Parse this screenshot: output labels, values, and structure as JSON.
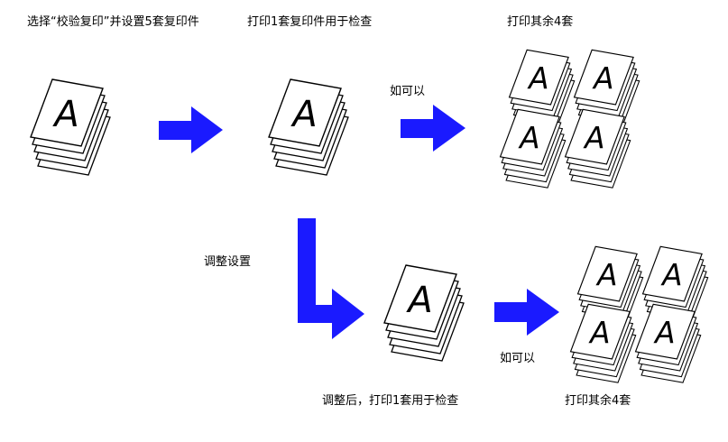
{
  "labels": {
    "step1": "选择“校验复印”并设置5套复印件",
    "step2": "打印1套复印件用于检查",
    "ok1": "如可以",
    "step3": "打印其余4套",
    "adjust": "调整设置",
    "step4": "调整后，打印1套用于检查",
    "ok2": "如可以",
    "step5": "打印其余4套"
  },
  "page_letter": "A",
  "colors": {
    "arrow": "#1a1aff",
    "paper_stroke": "#000000",
    "paper_fill": "#ffffff"
  },
  "icons": [
    "copy-stack-icon",
    "right-arrow-icon",
    "bent-arrow-icon"
  ]
}
